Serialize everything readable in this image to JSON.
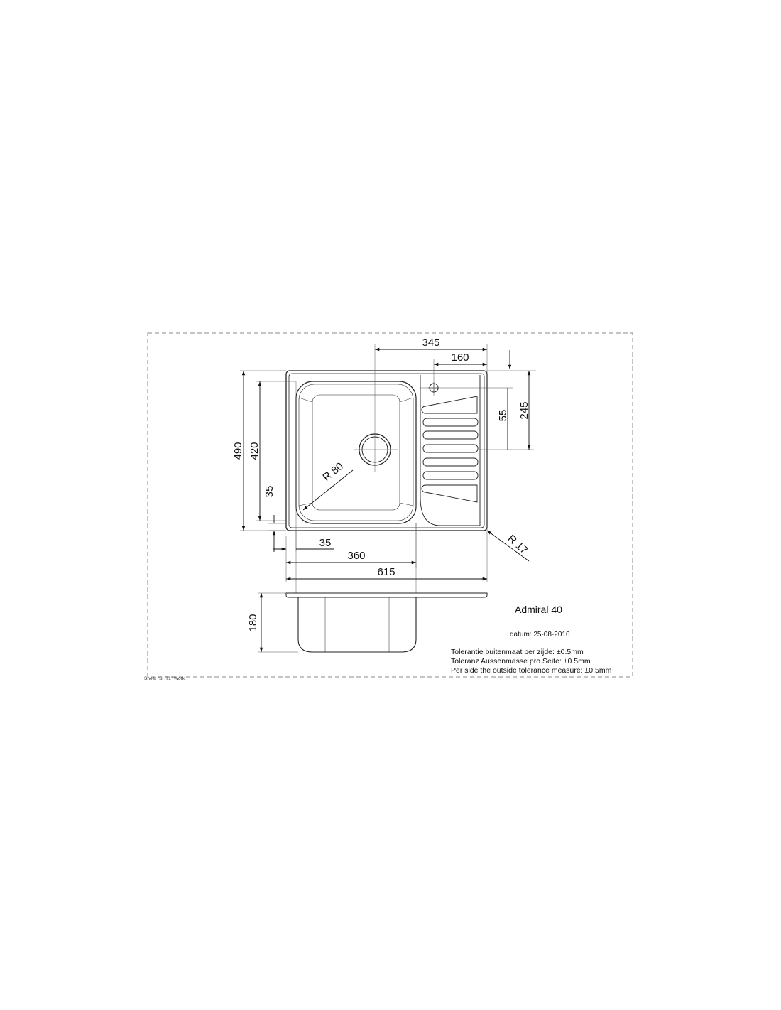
{
  "drawing": {
    "dimensions": {
      "d345": "345",
      "d160": "160",
      "d55": "55",
      "d245": "245",
      "d490": "490",
      "d420": "420",
      "d35_vertical": "35",
      "r80": "R 80",
      "r17": "R 17",
      "d35_horizontal": "35",
      "d360": "360",
      "d615": "615",
      "d180": "180"
    },
    "title_block": {
      "model": "Admiral 40",
      "date": "datum: 25-08-2010",
      "tolerance_nl": "Tolerantie buitenmaat per zijde: ±0.5mm",
      "tolerance_de": "Toleranz Aussenmasse pro Seite: ±0.5mm",
      "tolerance_en": "Per side the outside tolerance measure: ±0.5mm"
    },
    "sheet_label": "Sheet \"SHT1\" Work"
  }
}
